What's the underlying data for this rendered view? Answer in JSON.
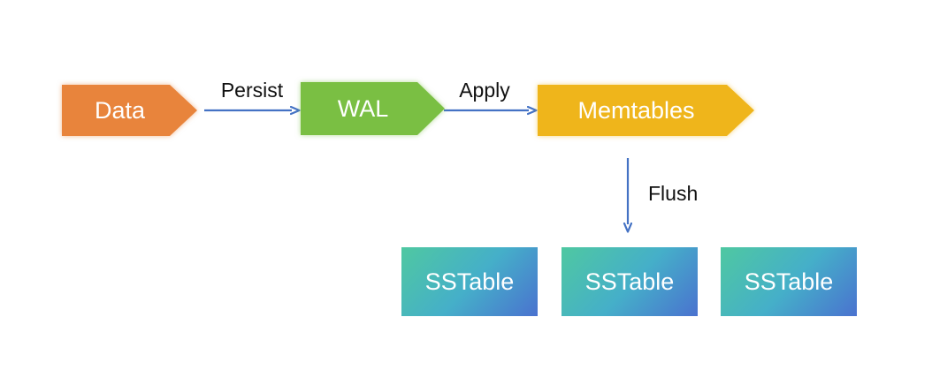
{
  "diagram": {
    "type": "flow-diagram",
    "background": "#FFFFFF",
    "nodes": {
      "data": {
        "label": "Data",
        "shape": "pentagon-arrow-right",
        "fill": "#E8843C",
        "text_color": "#FFFFFF"
      },
      "wal": {
        "label": "WAL",
        "shape": "pentagon-arrow-right",
        "fill": "#7ABF43",
        "text_color": "#FFFFFF"
      },
      "memtables": {
        "label": "Memtables",
        "shape": "pentagon-arrow-right",
        "fill": "#EFB51B",
        "text_color": "#FFFFFF"
      },
      "sstables": [
        {
          "label": "SSTable"
        },
        {
          "label": "SSTable"
        },
        {
          "label": "SSTable"
        }
      ],
      "sstable_style": {
        "shape": "rectangle",
        "gradient_from": "#4FC8A1",
        "gradient_mid": "#45AFC9",
        "gradient_to": "#4A72CF",
        "text_color": "#FFFFFF"
      }
    },
    "edges": {
      "persist": {
        "label": "Persist",
        "from": "data",
        "to": "wal",
        "direction": "right"
      },
      "apply": {
        "label": "Apply",
        "from": "wal",
        "to": "memtables",
        "direction": "right"
      },
      "flush": {
        "label": "Flush",
        "from": "memtables",
        "to": "sstables.1",
        "direction": "down"
      }
    },
    "colors": {
      "arrow": "#4472C4",
      "edge_label_text": "#111111",
      "node_label_text": "#FFFFFF"
    }
  }
}
